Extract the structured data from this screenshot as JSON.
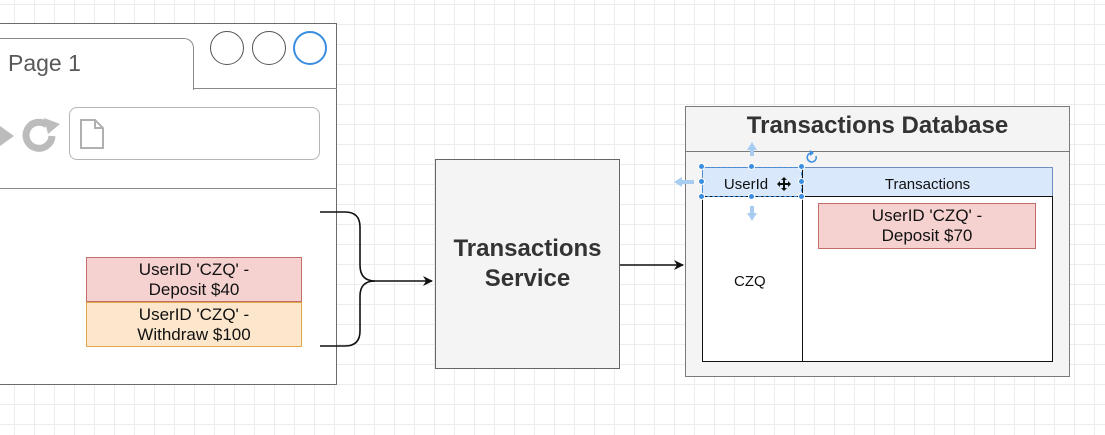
{
  "browser": {
    "tab_label": "Page 1",
    "notes": [
      {
        "line1": "UserID 'CZQ' -",
        "line2": "Deposit $40"
      },
      {
        "line1": "UserID 'CZQ' -",
        "line2": "Withdraw $100"
      }
    ]
  },
  "service": {
    "line1": "Transactions",
    "line2": "Service"
  },
  "database": {
    "title": "Transactions Database",
    "columns": [
      "UserId",
      "Transactions"
    ],
    "row": {
      "user_id": "CZQ",
      "transaction": {
        "line1": "UserID 'CZQ' -",
        "line2": "Deposit $70"
      }
    }
  },
  "colors": {
    "selection": "#3a8de0",
    "header_fill": "#dae8fc",
    "note_red": "#f5d2d0",
    "note_orange": "#fde7cc"
  }
}
